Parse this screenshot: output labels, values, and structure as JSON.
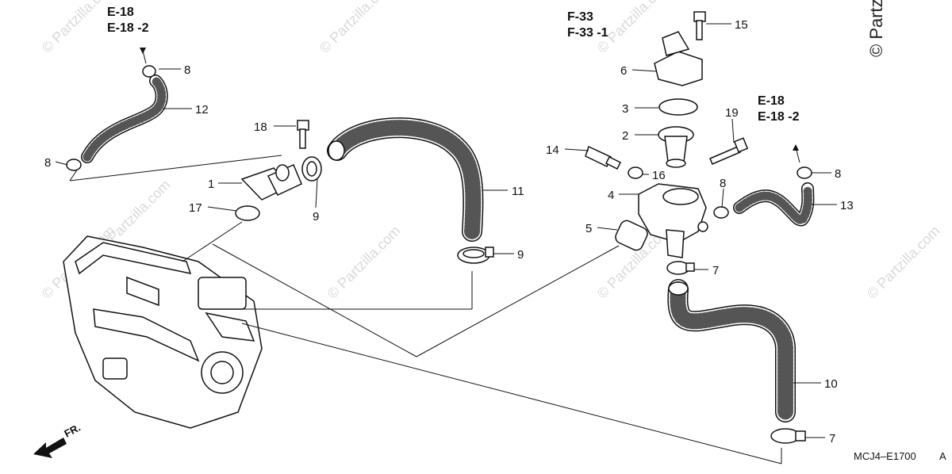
{
  "watermark": {
    "text": "© Partzilla.com"
  },
  "copyright": "© Partzilla",
  "diagram_code": "MCJ4–E1700",
  "diagram_code_suffix": "A",
  "front_marker": "FR.",
  "references": [
    {
      "line1": "E-18",
      "line2": "E-18 -2"
    },
    {
      "line1": "F-33",
      "line2": "F-33 -1"
    },
    {
      "line1": "E-18",
      "line2": "E-18 -2"
    }
  ],
  "callouts": {
    "c1": "1",
    "c2": "2",
    "c3": "3",
    "c4": "4",
    "c5": "5",
    "c6": "6",
    "c7a": "7",
    "c7b": "7",
    "c8a": "8",
    "c8b": "8",
    "c8c": "8",
    "c8d": "8",
    "c9a": "9",
    "c9b": "9",
    "c10": "10",
    "c11": "11",
    "c12": "12",
    "c13": "13",
    "c14": "14",
    "c15": "15",
    "c16": "16",
    "c17": "17",
    "c18": "18",
    "c19": "19"
  }
}
